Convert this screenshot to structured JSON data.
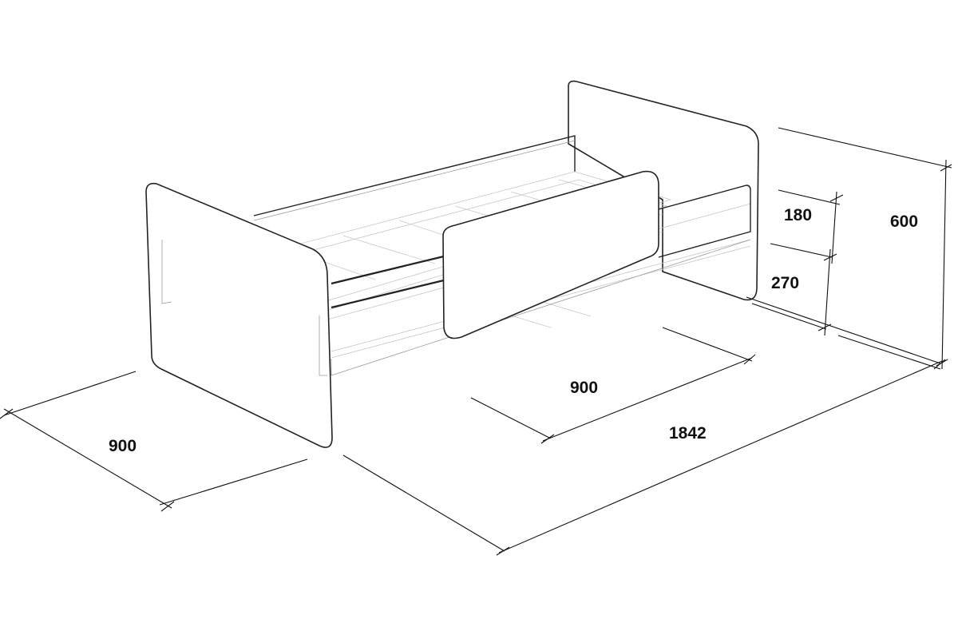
{
  "dimensions": {
    "total_length": "1842",
    "width": "900",
    "pullout_length": "900",
    "height": "600",
    "guard_height": "180",
    "bed_height": "270"
  }
}
